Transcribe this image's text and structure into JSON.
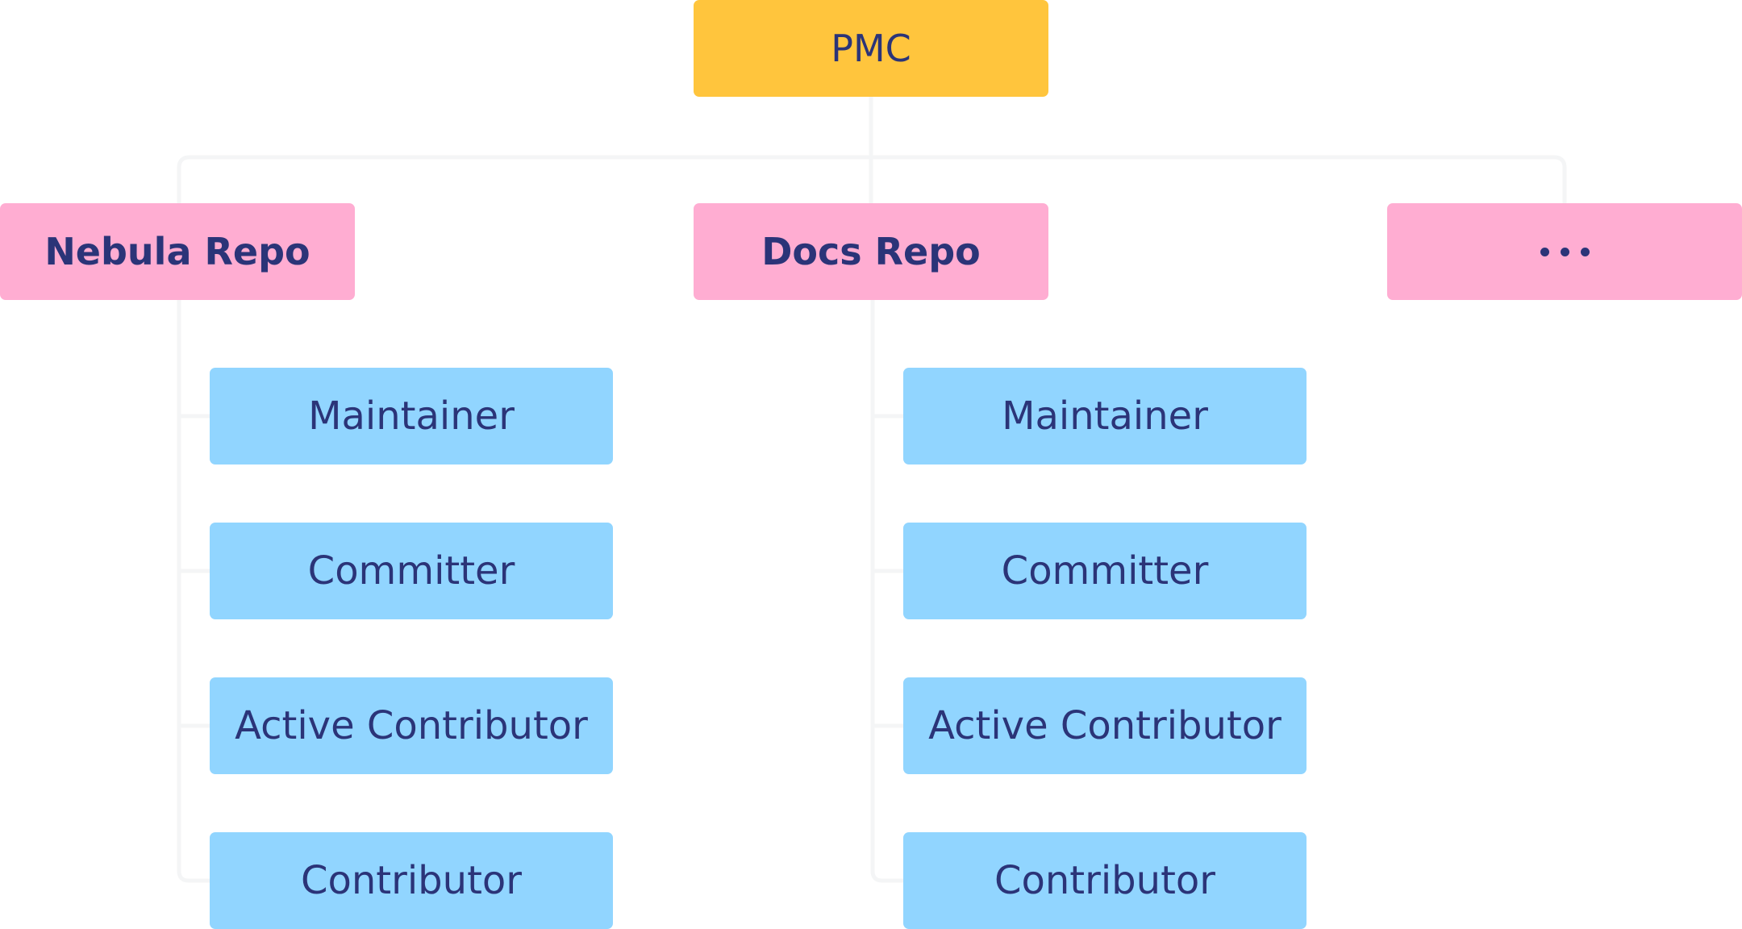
{
  "colors": {
    "root": "#ffc53d",
    "repo": "#ffadd2",
    "role": "#91d5ff",
    "text": "#2b3478",
    "connector": "#f4f5f6"
  },
  "root": {
    "label": "PMC"
  },
  "repos": [
    {
      "label": "Nebula Repo",
      "roles": [
        "Maintainer",
        "Committer",
        "Active Contributor",
        "Contributor"
      ]
    },
    {
      "label": "Docs Repo",
      "roles": [
        "Maintainer",
        "Committer",
        "Active Contributor",
        "Contributor"
      ]
    },
    {
      "label": "",
      "icon": "ellipsis-icon"
    }
  ]
}
